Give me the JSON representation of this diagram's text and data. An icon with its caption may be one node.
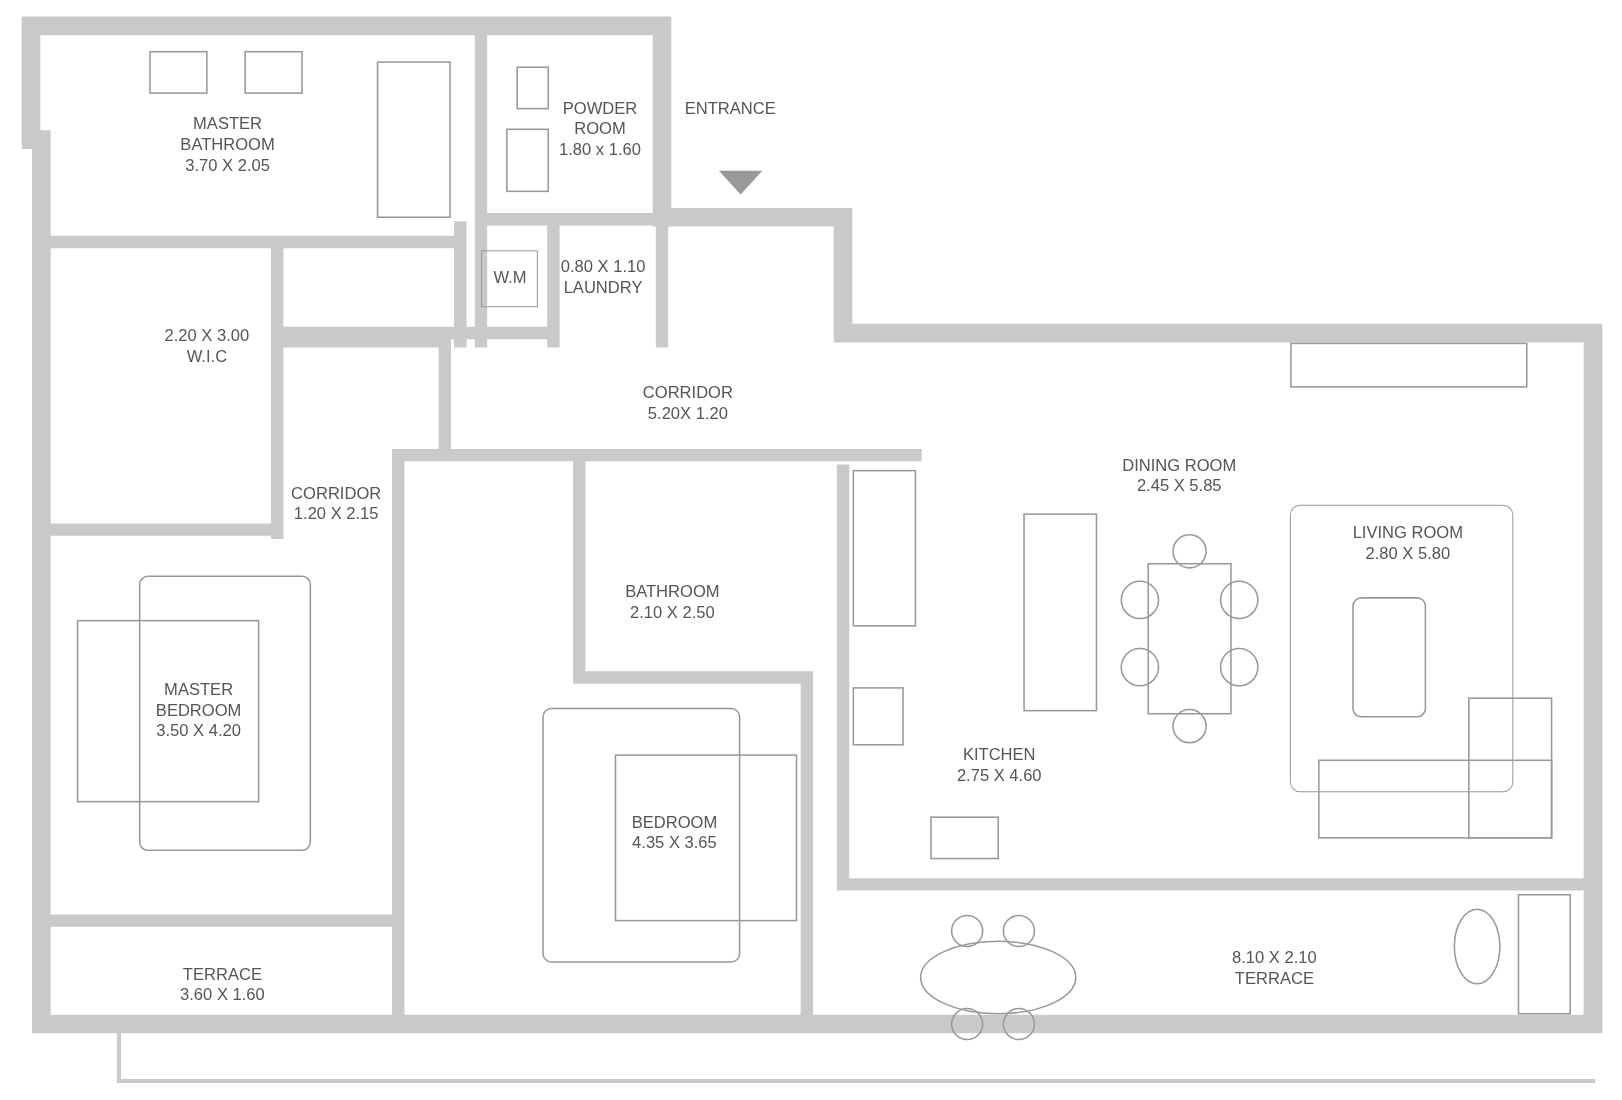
{
  "diagram": {
    "nodes": [
      {
        "text": [
          "MASTER BATHROOM",
          "3.70 X 2.05"
        ]
      },
      {
        "text": [
          "POWDER ROOM",
          "1.80 x 1.60"
        ]
      },
      {
        "text": [
          "0.80 X 1.10",
          "LAUNDRY"
        ]
      },
      {
        "text": [
          "W.M"
        ],
        "in": 2
      },
      {
        "text": [
          "2.20 X 3.00",
          "W.I.C"
        ]
      },
      {
        "text": [
          "CORRIDOR",
          "5.20X 1.20"
        ]
      },
      {
        "text": [
          "CORRIDOR",
          "1.20 X 2.15"
        ]
      },
      {
        "text": [
          "DINING ROOM",
          "2.45 X 5.85"
        ]
      },
      {
        "text": [
          "LIVING ROOM",
          "2.80 X 5.80"
        ]
      },
      {
        "text": [
          "BATHROOM",
          "2.10 X 2.50"
        ]
      },
      {
        "text": [
          "MASTER BEDROOM",
          "3.50 X 4.20"
        ]
      },
      {
        "text": [
          "KITCHEN",
          "2.75 X 4.60"
        ]
      },
      {
        "text": [
          "BEDROOM",
          "4.35 X 3.65"
        ]
      },
      {
        "text": [
          "TERRACE",
          "3.60 X 1.60"
        ]
      },
      {
        "text": [
          "8.10 X 2.10",
          "TERRACE"
        ]
      }
    ],
    "labels": [
      "ENTRANCE"
    ]
  }
}
